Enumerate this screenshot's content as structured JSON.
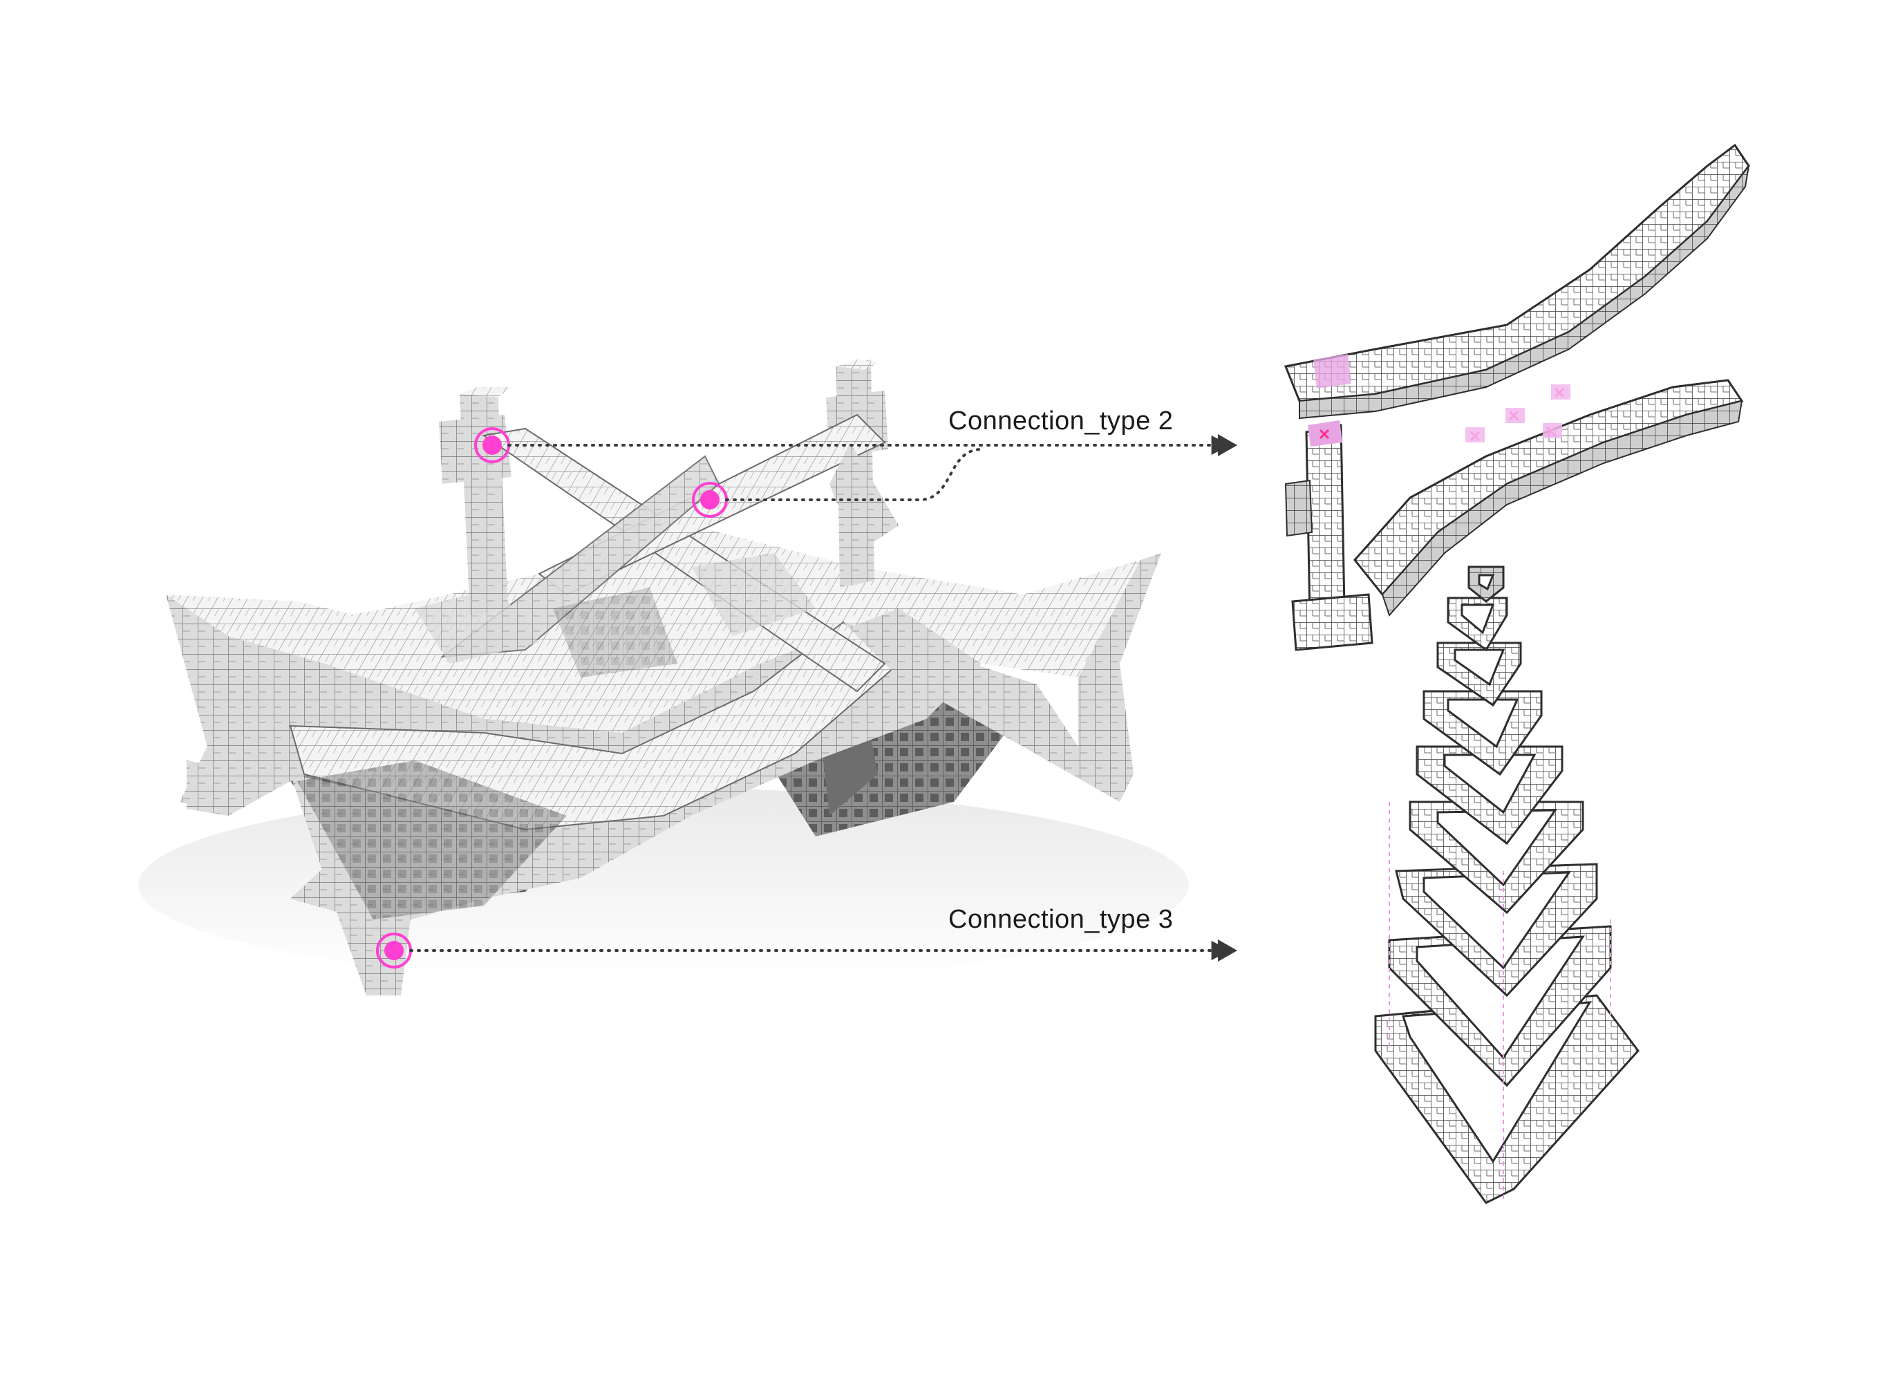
{
  "labels": {
    "connection_type_2": "Connection_type 2",
    "connection_type_3": "Connection_type 3"
  },
  "colors": {
    "highlight": "#ff3fd2",
    "leader": "#3a3a3a",
    "voxel_fill": "#f2f2f2",
    "voxel_shade": "#bdbdbd",
    "voxel_dark": "#7a7a7a",
    "voxel_line": "#555555",
    "background": "#ffffff"
  },
  "icons": {
    "marker": "target-ring",
    "arrow": "arrowhead-right"
  }
}
